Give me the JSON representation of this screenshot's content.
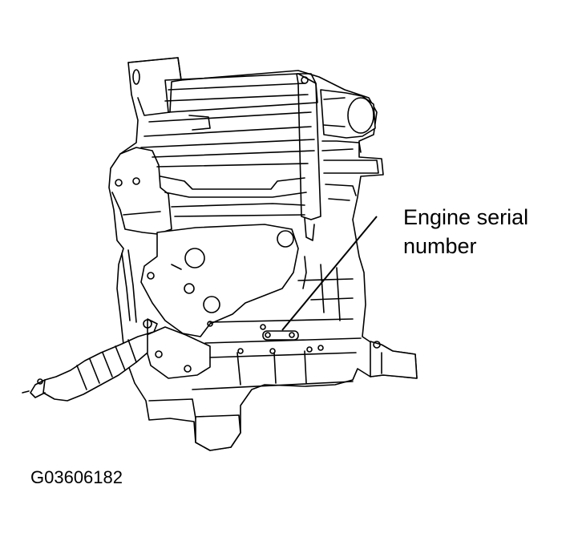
{
  "diagram": {
    "callout": {
      "line1": "Engine serial",
      "line2": "number"
    },
    "figure_id": "G03606182"
  }
}
